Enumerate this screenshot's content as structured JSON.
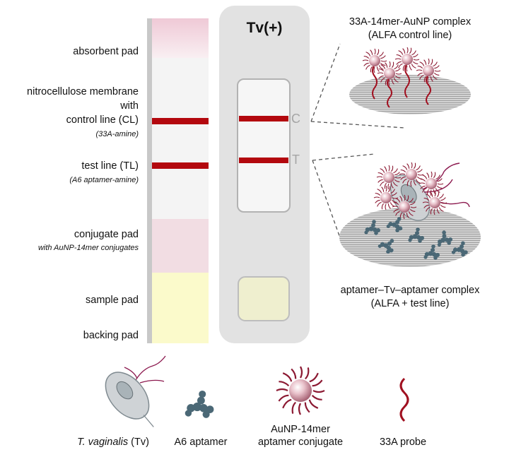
{
  "strip_labels": {
    "absorbent_pad": "absorbent pad",
    "nitro_line1": "nitrocellulose membrane",
    "nitro_line2": "with",
    "nitro_line3": "control line (CL)",
    "cl_probe": "(33A-amine)",
    "test_line": "test line (TL)",
    "tl_probe": "(A6 aptamer-amine)",
    "conjugate_pad": "conjugate pad",
    "conjugate_sub": "with AuNP-14mer conjugates",
    "sample_pad": "sample pad",
    "backing_pad": "backing pad"
  },
  "cassette": {
    "title": "Tv(+)",
    "control_letter": "C",
    "test_letter": "T"
  },
  "zoom_labels": {
    "control_line1": "33A-14mer-AuNP complex",
    "control_line2": "(ALFA control line)",
    "test_line1": "aptamer–Tv–aptamer complex",
    "test_line2": "(ALFA + test line)"
  },
  "legend": {
    "tv_italic": "T. vaginalis",
    "tv_suffix": " (Tv)",
    "a6": "A6 aptamer",
    "aunp_line1": "AuNP-14mer",
    "aunp_line2": "aptamer conjugate",
    "probe": "33A probe"
  },
  "colors": {
    "line_red": "#b3080e",
    "absorbent_pink": "#f3d6df",
    "conjugate_pink": "#f2dde3",
    "sample_yellow": "#fbfacb",
    "cassette_gray": "#e2e2e2",
    "aunp_pink": "#c98a98",
    "aptamer_blue": "#4b6876"
  }
}
